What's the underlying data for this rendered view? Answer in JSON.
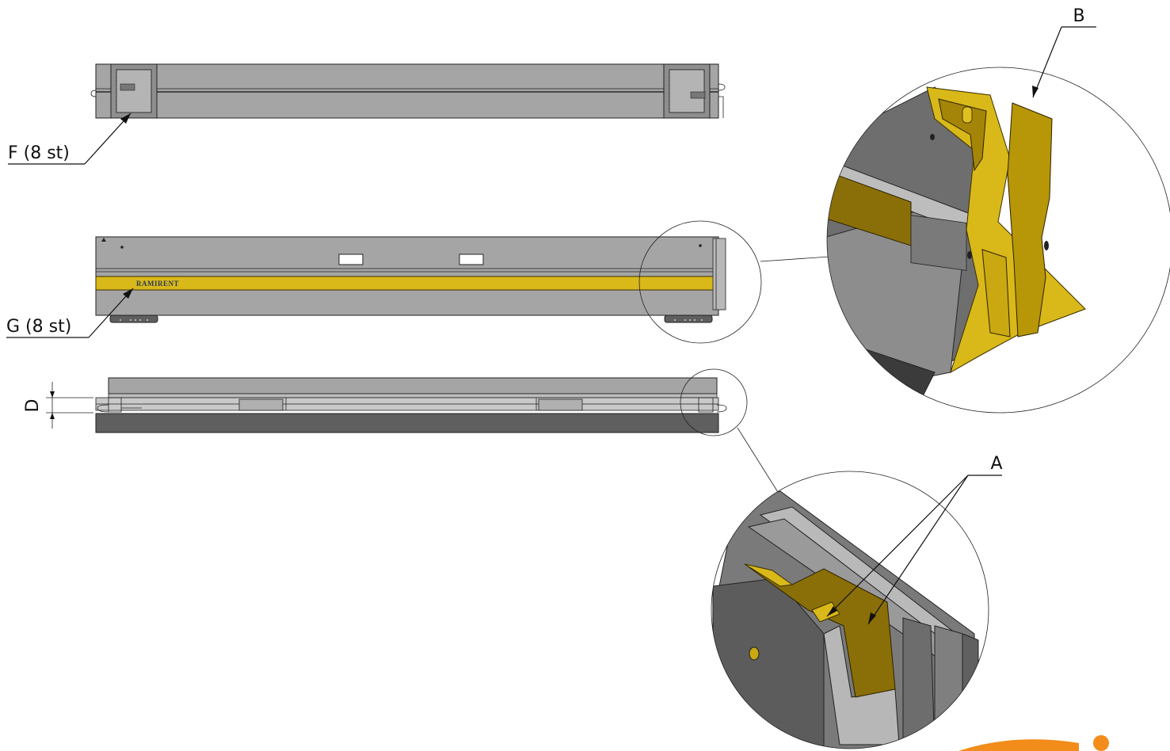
{
  "callouts": {
    "F": "F (8 st)",
    "G": "G (8 st)",
    "D": "D",
    "A": "A",
    "B": "B"
  },
  "brand": {
    "label": "RAMIRENT",
    "accent_color": "#f28c1a",
    "stripe_color": "#d9b81a"
  }
}
